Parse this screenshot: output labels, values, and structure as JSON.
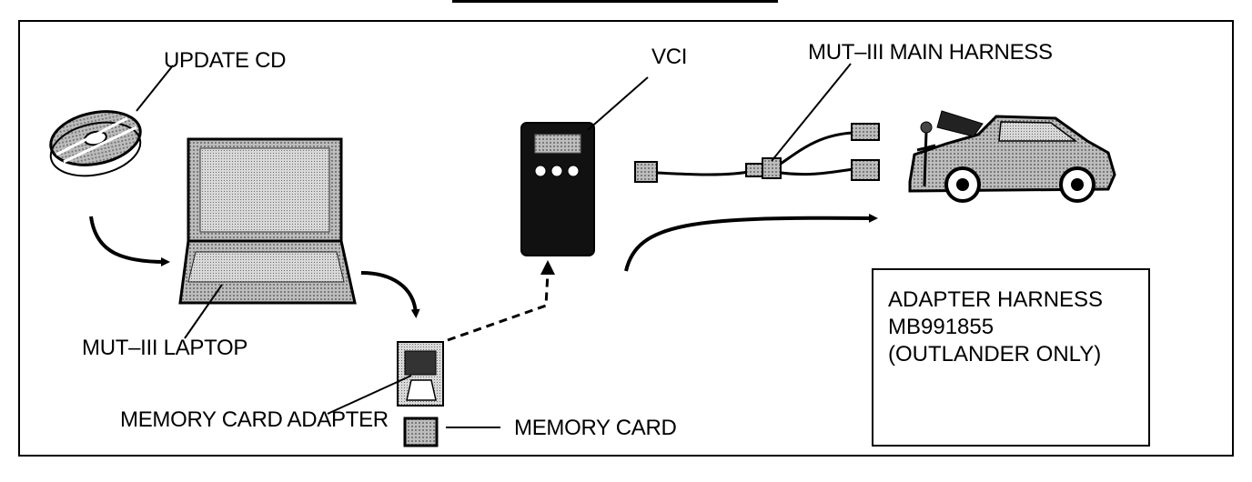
{
  "labels": {
    "update_cd": "UPDATE CD",
    "vci": "VCI",
    "main_harness": "MUT–III MAIN HARNESS",
    "laptop": "MUT–III LAPTOP",
    "memory_card_adapter": "MEMORY CARD ADAPTER",
    "memory_card": "MEMORY CARD"
  },
  "adapter_box": {
    "line1": "ADAPTER HARNESS",
    "line2": "MB991855",
    "line3": "(OUTLANDER ONLY)"
  }
}
